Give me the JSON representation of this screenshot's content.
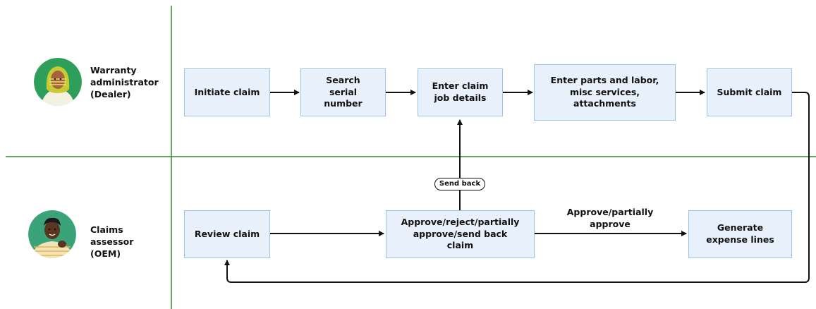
{
  "colors": {
    "lane_divider": "#2e8b2e",
    "box_fill": "#e8f1fb",
    "box_border": "#9cc3e8",
    "arrow": "#111111",
    "avatar_bg_green": "#2e9e5b",
    "avatar_bg_teal": "#3aa37a"
  },
  "lanes": [
    {
      "id": "dealer",
      "label": "Warranty administrator (Dealer)",
      "icon": "person-headscarf-avatar-icon",
      "steps": [
        {
          "id": "initiate",
          "label": "Initiate claim"
        },
        {
          "id": "search",
          "label": "Search serial number"
        },
        {
          "id": "enter",
          "label": "Enter claim job details"
        },
        {
          "id": "parts",
          "label": "Enter parts and labor, misc services, attachments"
        },
        {
          "id": "submit",
          "label": "Submit claim"
        }
      ]
    },
    {
      "id": "oem",
      "label": "Claims assessor (OEM)",
      "icon": "person-avatar-icon",
      "steps": [
        {
          "id": "review",
          "label": "Review claim"
        },
        {
          "id": "decide",
          "label": "Approve/reject/partially approve/send back claim"
        },
        {
          "id": "expense",
          "label": "Generate expense lines"
        }
      ]
    }
  ],
  "edge_labels": {
    "send_back": "Send back",
    "approve": "Approve/partially approve"
  }
}
